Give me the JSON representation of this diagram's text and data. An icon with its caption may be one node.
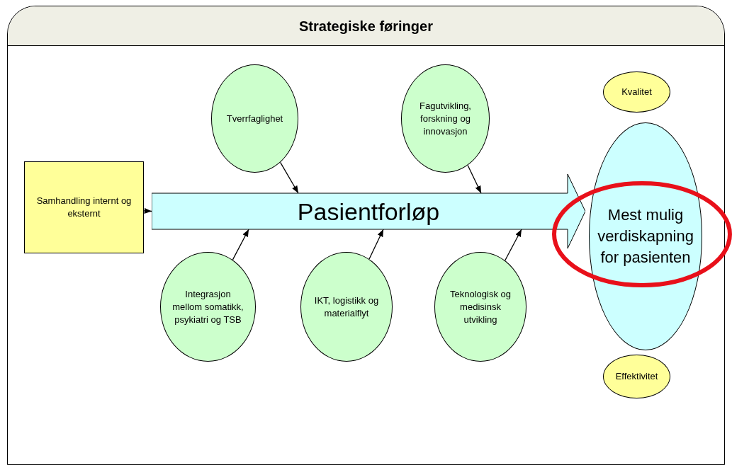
{
  "diagram": {
    "nodes": [
      {
        "text": [
          "Strategiske føringer"
        ]
      },
      {
        "text": [
          "Samhandling internt og eksternt"
        ],
        "in": 0
      },
      {
        "text": [
          "Tverrfaglighet"
        ],
        "in": 0
      },
      {
        "text": [
          "Fagutvikling, forskning og innovasjon"
        ],
        "in": 0
      },
      {
        "text": [
          "Kvalitet"
        ],
        "in": 0
      },
      {
        "text": [
          "Pasientforløp"
        ],
        "in": 0
      },
      {
        "text": [
          "Mest mulig verdiskapning for pasienten"
        ],
        "in": 0
      },
      {
        "text": [
          "Integrasjon mellom somatikk, psykiatri og TSB"
        ],
        "in": 0
      },
      {
        "text": [
          "IKT, logistikk og materialflyt"
        ],
        "in": 0
      },
      {
        "text": [
          "Teknologisk og medisinsk utvikling"
        ],
        "in": 0
      },
      {
        "text": [
          "Effektivitet"
        ],
        "in": 0
      }
    ],
    "edges": [
      {
        "from": 1,
        "to": 5,
        "arrow": "to"
      },
      {
        "from": 2,
        "to": 5,
        "arrow": "to"
      },
      {
        "from": 3,
        "to": 5,
        "arrow": "to"
      },
      {
        "from": 7,
        "to": 5,
        "arrow": "to"
      },
      {
        "from": 8,
        "to": 5,
        "arrow": "to"
      },
      {
        "from": 9,
        "to": 5,
        "arrow": "to"
      }
    ]
  }
}
